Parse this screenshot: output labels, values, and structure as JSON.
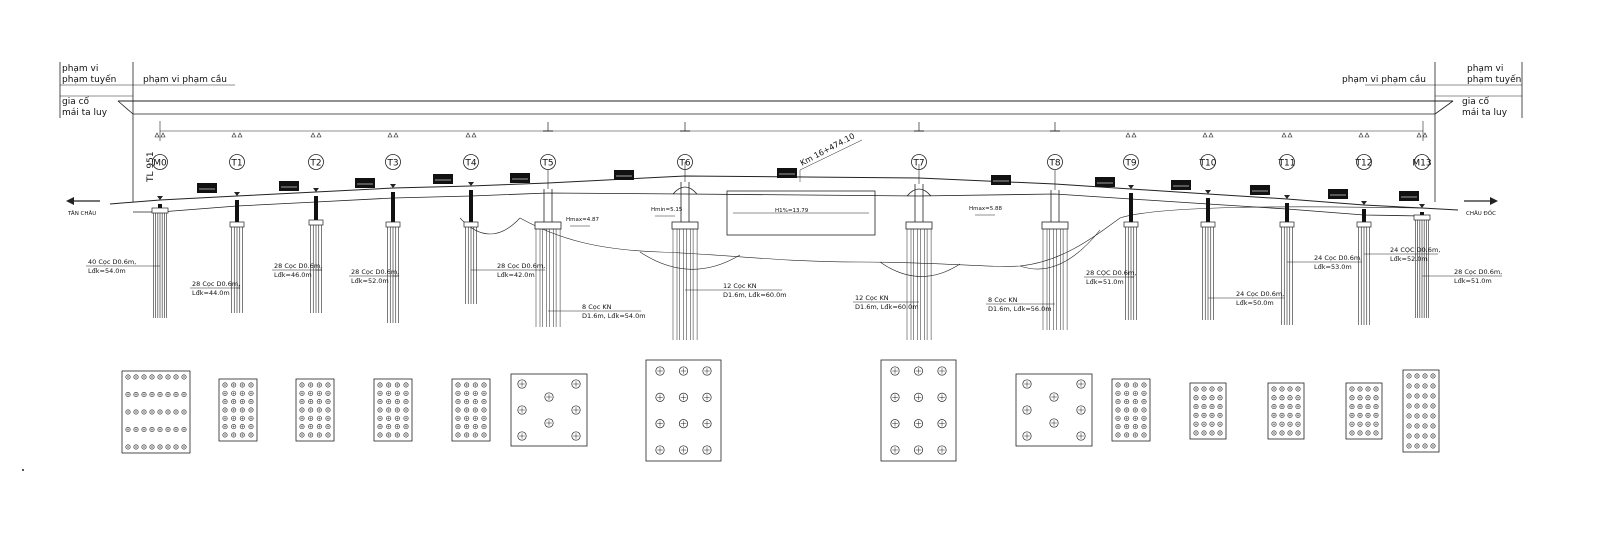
{
  "headers": {
    "left_zone_1": "phạm vi",
    "left_zone_2": "phạm tuyến",
    "left_bridge": "phạm vi phạm cầu",
    "left_reinforce_1": "gia cố",
    "left_reinforce_2": "mái ta luy",
    "right_bridge": "phạm vi phạm cầu",
    "right_zone_1": "phạm vi",
    "right_zone_2": "phạm tuyến",
    "right_reinforce_1": "gia cố",
    "right_reinforce_2": "mái ta luy"
  },
  "road": {
    "label": "TL 951",
    "km": "Km 16+474.10",
    "dir_left": "TÂN CHÂU",
    "dir_right": "CHÂU ĐỐC"
  },
  "piers": [
    "M0",
    "T1",
    "T2",
    "T3",
    "T4",
    "T5",
    "T6",
    "T7",
    "T8",
    "T9",
    "T10",
    "T11",
    "T12",
    "M13"
  ],
  "pile_notes": [
    {
      "l1": "40 Cọc D0.6m,",
      "l2": "Lđk=54.0m"
    },
    {
      "l1": "28 Cọc D0.6m,",
      "l2": "Lđk=44.0m"
    },
    {
      "l1": "28 Cọc D0.6m,",
      "l2": "Lđk=46.0m"
    },
    {
      "l1": "28 Cọc D0.6m,",
      "l2": "Lđk=52.0m"
    },
    {
      "l1": "28 Cọc D0.6m,",
      "l2": "Lđk=42.0m"
    },
    {
      "l1": "8 Cọc KN",
      "l2": "D1.6m, Lđk=54.0m"
    },
    {
      "l1": "12 Cọc KN",
      "l2": "D1.6m, Lđk=60.0m"
    },
    {
      "l1": "12 Cọc KN",
      "l2": "D1.6m, Lđk=60.0m"
    },
    {
      "l1": "8 Cọc KN",
      "l2": "D1.6m, Lđk=56.0m"
    },
    {
      "l1": "28 CỌC D0.6m,",
      "l2": "Lđk=51.0m"
    },
    {
      "l1": "24 Cọc D0.6m,",
      "l2": "Lđk=50.0m"
    },
    {
      "l1": "24 Cọc D0.6m,",
      "l2": "Lđk=53.0m"
    },
    {
      "l1": "24 CỌC D0.6m,",
      "l2": "Lđk=52.0m"
    },
    {
      "l1": "28 Cọc D0.6m,",
      "l2": "Lđk=51.0m"
    }
  ],
  "water_levels": [
    "Hmax=4.87",
    "Hmin=5.15",
    "H1%=13.79",
    "Hmax=5.88"
  ]
}
